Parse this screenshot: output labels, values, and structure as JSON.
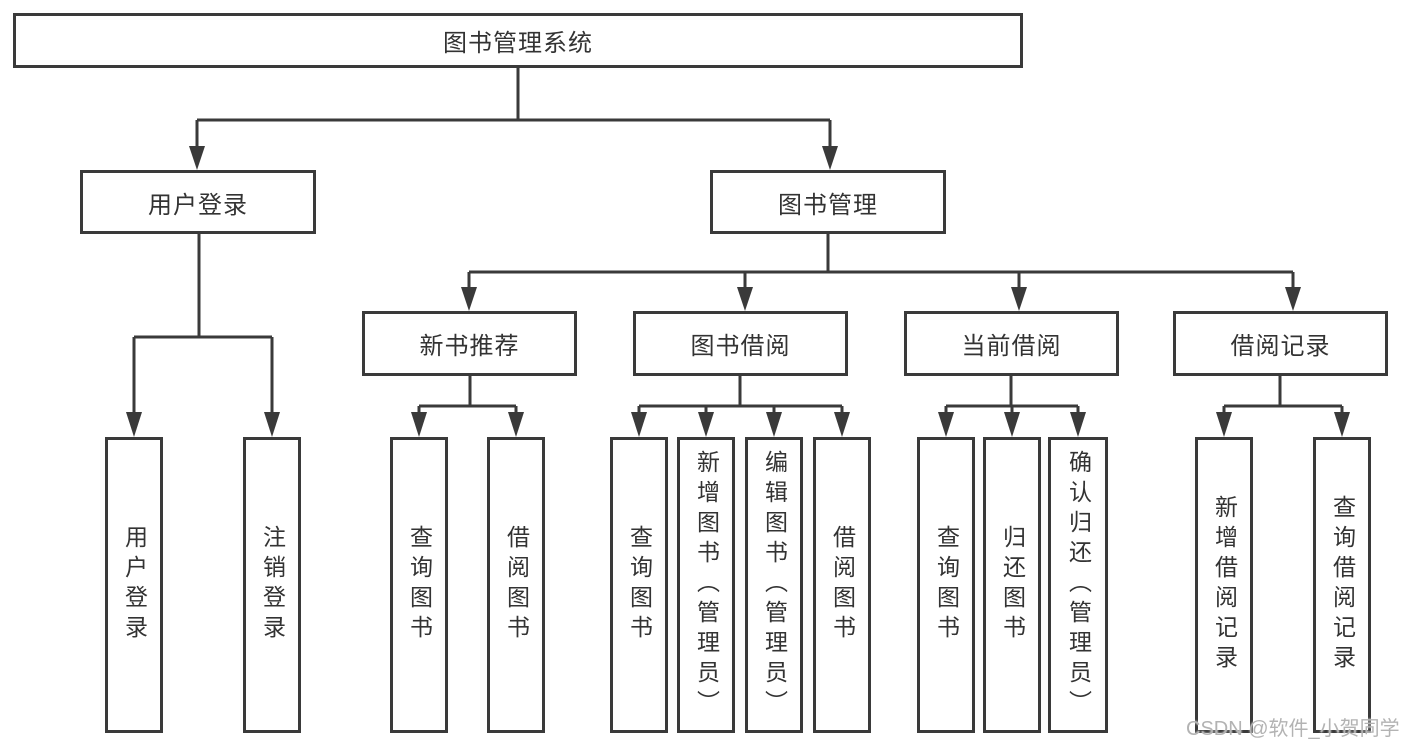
{
  "colors": {
    "line": "#3a3a3a",
    "box_border": "#3a3a3a",
    "text": "#333333",
    "watermark": "#b3b3b3",
    "background": "#ffffff"
  },
  "tree": {
    "root": {
      "label": "图书管理系统"
    },
    "children": [
      {
        "label": "用户登录",
        "children": [
          {
            "label": "用户登录"
          },
          {
            "label": "注销登录"
          }
        ]
      },
      {
        "label": "图书管理",
        "children": [
          {
            "label": "新书推荐",
            "children": [
              {
                "label": "查询图书"
              },
              {
                "label": "借阅图书"
              }
            ]
          },
          {
            "label": "图书借阅",
            "children": [
              {
                "label": "查询图书"
              },
              {
                "label": "新增图书（管理员）"
              },
              {
                "label": "编辑图书（管理员）"
              },
              {
                "label": "借阅图书"
              }
            ]
          },
          {
            "label": "当前借阅",
            "children": [
              {
                "label": "查询图书"
              },
              {
                "label": "归还图书"
              },
              {
                "label": "确认归还（管理员）"
              }
            ]
          },
          {
            "label": "借阅记录",
            "children": [
              {
                "label": "新增借阅记录"
              },
              {
                "label": "查询借阅记录"
              }
            ]
          }
        ]
      }
    ]
  },
  "watermark": {
    "text": "CSDN @软件_小贺同学"
  }
}
